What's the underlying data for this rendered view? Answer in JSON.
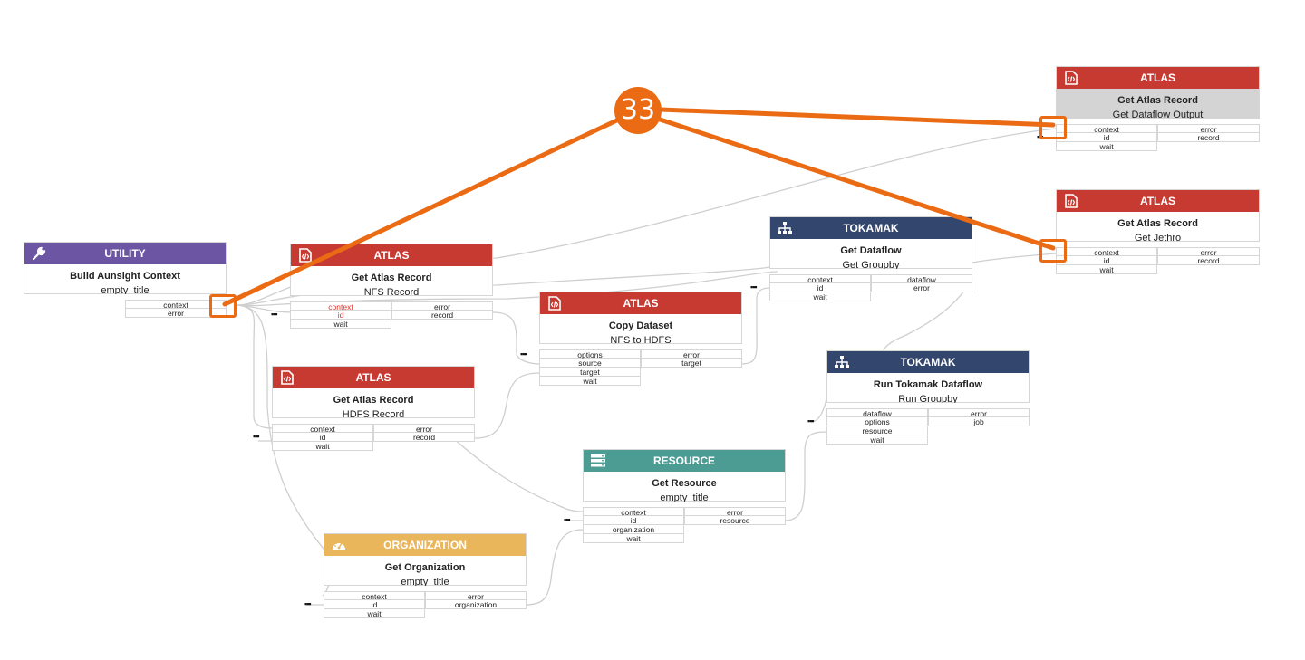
{
  "badge": {
    "number": "33"
  },
  "colors": {
    "atlas": "#c63a32",
    "utility": "#6c56a4",
    "tokamak": "#33476e",
    "resource": "#4d9c94",
    "organization": "#eab65b",
    "highlight": "#ea6b13",
    "selected_title_bg": "#d4d4d4"
  },
  "nodes": [
    {
      "category": "ATLAS",
      "icon": "code-file-icon",
      "title": "Get Atlas Record",
      "subtitle": "Get Dataflow Output",
      "inputs": [
        "context",
        "id",
        "wait"
      ],
      "outputs": [
        "error",
        "record"
      ],
      "dots_on": "id",
      "selected": true
    },
    {
      "category": "ATLAS",
      "icon": "code-file-icon",
      "title": "Get Atlas Record",
      "subtitle": "Get Jethro",
      "inputs": [
        "context",
        "id",
        "wait"
      ],
      "outputs": [
        "error",
        "record"
      ]
    },
    {
      "category": "TOKAMAK",
      "icon": "hierarchy-icon",
      "title": "Get Dataflow",
      "subtitle": "Get Groupby",
      "inputs": [
        "context",
        "id",
        "wait"
      ],
      "outputs": [
        "dataflow",
        "error"
      ],
      "dots_on": "id"
    },
    {
      "category": "UTILITY",
      "icon": "wrench-icon",
      "title": "Build Aunsight Context",
      "subtitle": "empty_title",
      "inputs": [],
      "outputs": [
        "context",
        "error"
      ]
    },
    {
      "category": "ATLAS",
      "icon": "code-file-icon",
      "title": "Get Atlas Record",
      "subtitle": "NFS Record",
      "inputs": [
        "context",
        "id",
        "wait"
      ],
      "outputs": [
        "error",
        "record"
      ],
      "dots_on": "id",
      "required": [
        "context",
        "id"
      ]
    },
    {
      "category": "ATLAS",
      "icon": "code-file-icon",
      "title": "Copy Dataset",
      "subtitle": "NFS to HDFS",
      "inputs": [
        "options",
        "source",
        "target",
        "wait"
      ],
      "outputs": [
        "error",
        "target"
      ],
      "dots_on": "options"
    },
    {
      "category": "ATLAS",
      "icon": "code-file-icon",
      "title": "Get Atlas Record",
      "subtitle": "HDFS Record",
      "inputs": [
        "context",
        "id",
        "wait"
      ],
      "outputs": [
        "error",
        "record"
      ],
      "dots_on": "id"
    },
    {
      "category": "TOKAMAK",
      "icon": "hierarchy-icon",
      "title": "Run Tokamak Dataflow",
      "subtitle": "Run Groupby",
      "inputs": [
        "dataflow",
        "options",
        "resource",
        "wait"
      ],
      "outputs": [
        "error",
        "job"
      ],
      "dots_on": "options"
    },
    {
      "category": "RESOURCE",
      "icon": "server-icon",
      "title": "Get Resource",
      "subtitle": "empty_title",
      "inputs": [
        "context",
        "id",
        "organization",
        "wait"
      ],
      "outputs": [
        "error",
        "resource"
      ],
      "dots_on": "id"
    },
    {
      "category": "ORGANIZATION",
      "icon": "gauge-icon",
      "title": "Get Organization",
      "subtitle": "empty_title",
      "inputs": [
        "context",
        "id",
        "wait"
      ],
      "outputs": [
        "error",
        "organization"
      ],
      "dots_on": "id"
    }
  ]
}
